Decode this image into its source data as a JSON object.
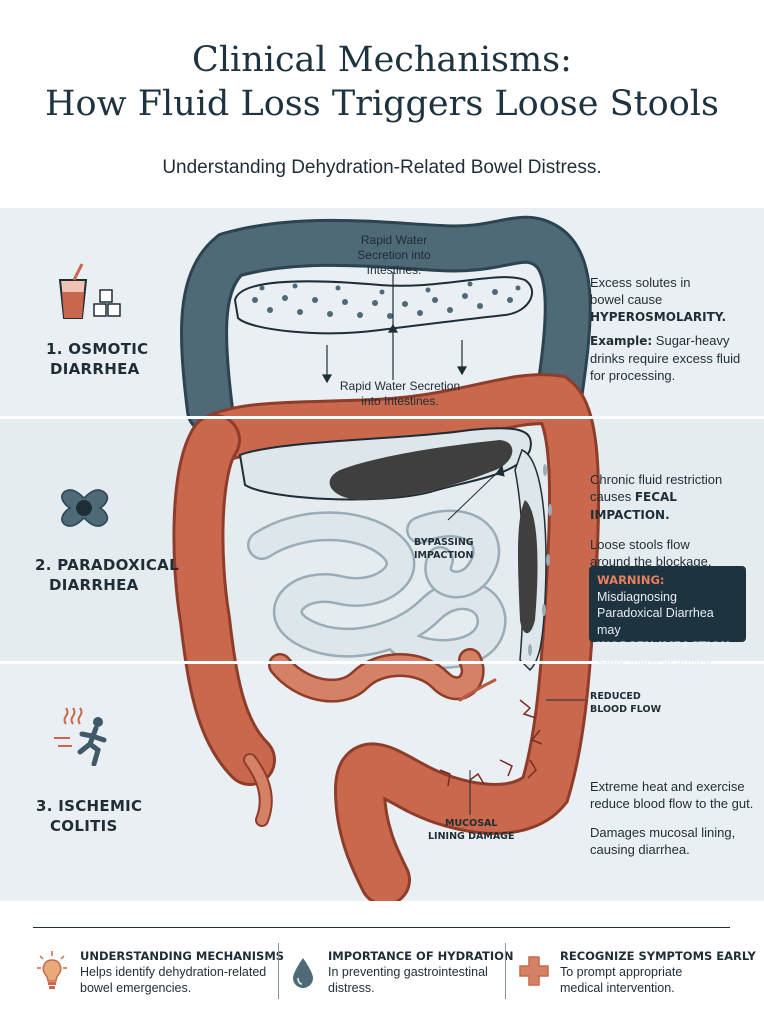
{
  "header": {
    "title_line1": "Clinical Mechanisms:",
    "title_line2": "How Fluid Loss Triggers Loose Stools",
    "subtitle": "Understanding Dehydration-Related Bowel Distress."
  },
  "sections": [
    {
      "label_line1": "1. OSMOTIC",
      "label_line2": "DIARRHEA",
      "icon": "sugary-drink-icon",
      "desc_line1": "Excess solutes in",
      "desc_line2": "bowel cause",
      "desc_bold": "HYPEROSMOLARITY.",
      "example_label": "Example:",
      "example_line1": " Sugar-heavy",
      "example_line2": "drinks require excess fluid",
      "example_line3": "for processing.",
      "anno_top_line1": "Rapid Water",
      "anno_top_line2": "Secretion into",
      "anno_top_line3": "Intestines.",
      "anno_bottom_line1": "Rapid Water Secretion",
      "anno_bottom_line2": "into Intestines."
    },
    {
      "label_line1": "2. PARADOXICAL",
      "label_line2": "DIARRHEA",
      "icon": "blocked-bowel-icon",
      "desc_line1": "Chronic fluid restriction",
      "desc_line2_prefix": "causes ",
      "desc_bold": "FECAL IMPACTION.",
      "desc2_line1": "Loose stools flow",
      "desc2_line2": "around the blockage.",
      "anno_line1": "BYPASSING",
      "anno_line2": "IMPACTION",
      "warning": {
        "label": "WARNING:",
        "line1": " Misdiagnosing",
        "line2": "Paradoxical Diarrhea may",
        "bold": "WORSEN IMPACTION.",
        "line4": "Seek medical advice."
      }
    },
    {
      "label_line1": "3. ISCHEMIC",
      "label_line2": "COLITIS",
      "icon": "running-heat-icon",
      "anno1_line1": "REDUCED",
      "anno1_line2": "BLOOD FLOW",
      "anno2_line1": "MUCOSAL",
      "anno2_line2": "LINING DAMAGE",
      "desc_line1": "Extreme heat and exercise",
      "desc_line2": "reduce blood flow to the gut.",
      "desc2_line1": "Damages mucosal lining,",
      "desc2_line2": "causing diarrhea."
    }
  ],
  "footer": [
    {
      "icon": "lightbulb-icon",
      "heading": "UNDERSTANDING MECHANISMS",
      "line1": "Helps identify dehydration-related",
      "line2": "bowel emergencies."
    },
    {
      "icon": "water-drop-icon",
      "heading": "IMPORTANCE OF HYDRATION",
      "line1": "In preventing gastrointestinal",
      "line2": "distress."
    },
    {
      "icon": "medical-cross-icon",
      "heading": "RECOGNIZE SYMPTOMS EARLY",
      "line1": "To prompt appropriate",
      "line2": "medical intervention."
    }
  ],
  "colors": {
    "title": "#1d3340",
    "colon_teal": "#3f5a66",
    "colon_red": "#c9684d",
    "small_bowel": "#d9e3e8",
    "warning_bg": "#1d3340",
    "warning_accent": "#e9805e"
  }
}
